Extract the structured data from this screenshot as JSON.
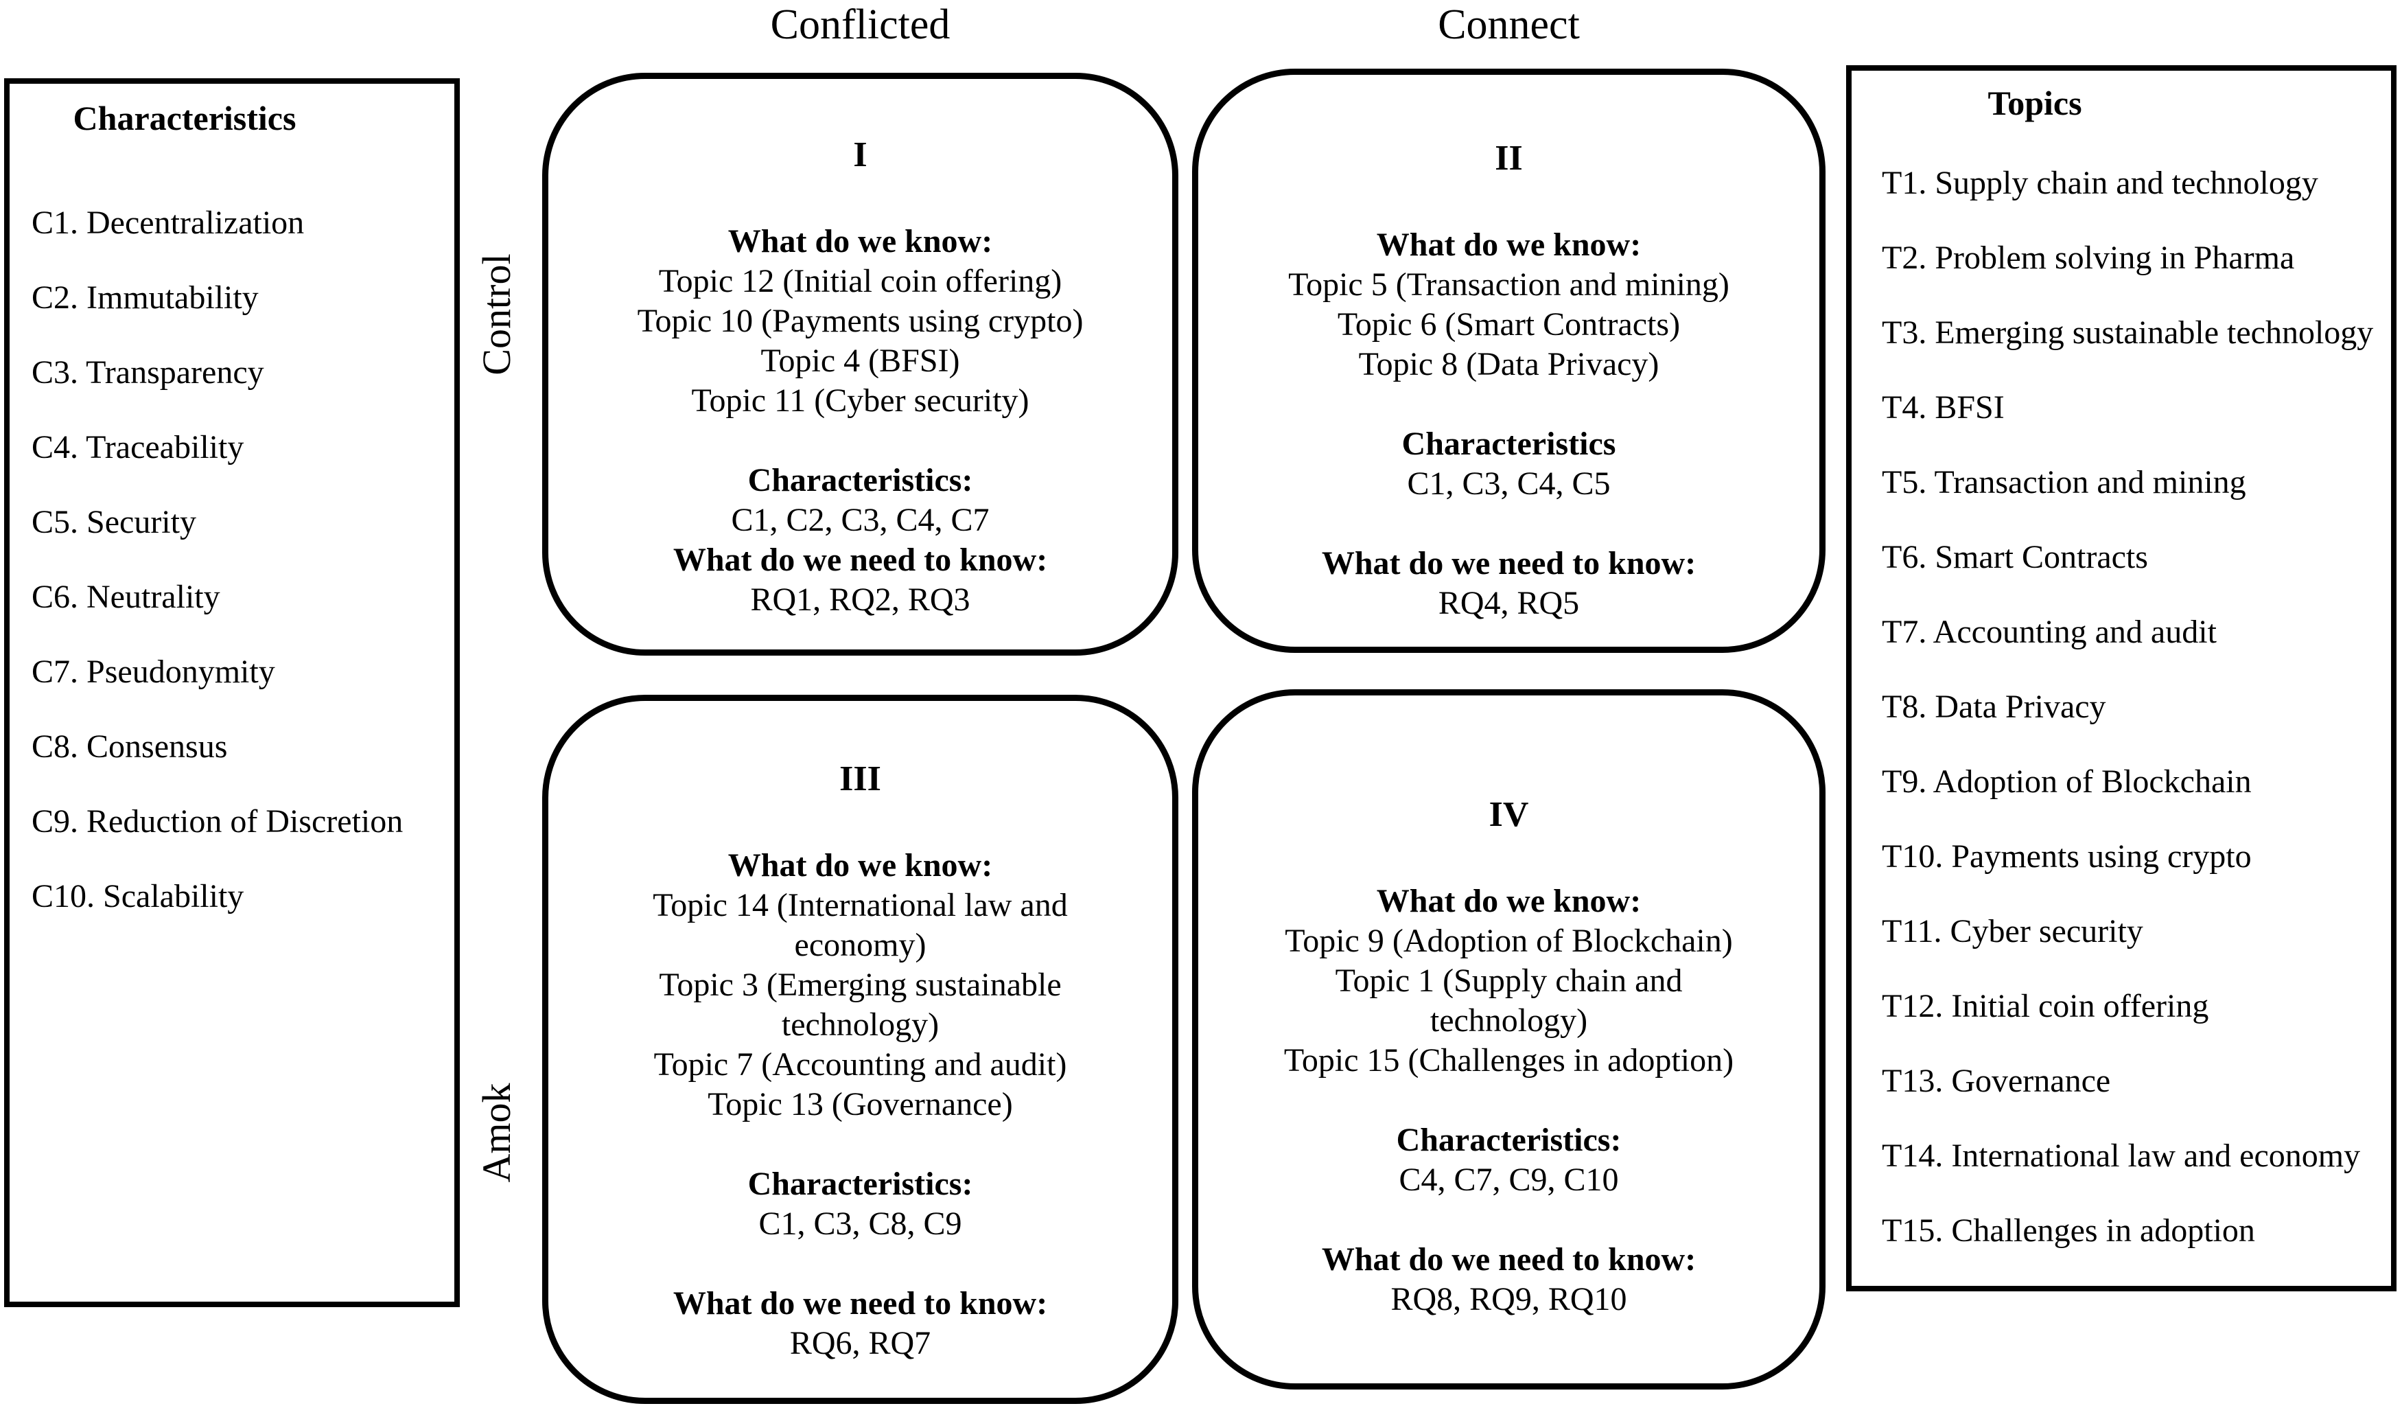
{
  "axis": {
    "top_left_label": "Conflicted",
    "top_right_label": "Connect",
    "side_top_label": "Control",
    "side_bottom_label": "Amok"
  },
  "characteristics_panel": {
    "title": "Characteristics",
    "items": [
      "C1. Decentralization",
      "C2. Immutability",
      "C3. Transparency",
      "C4. Traceability",
      "C5. Security",
      "C6. Neutrality",
      "C7. Pseudonymity",
      "C8. Consensus",
      "C9. Reduction of Discretion",
      "C10. Scalability"
    ]
  },
  "topics_panel": {
    "title": "Topics",
    "items": [
      "T1. Supply chain and technology",
      "T2. Problem solving in Pharma",
      "T3. Emerging sustainable technology",
      "T4. BFSI",
      "T5. Transaction and mining",
      "T6. Smart Contracts",
      "T7. Accounting and audit",
      "T8. Data Privacy",
      "T9. Adoption of Blockchain",
      "T10. Payments using crypto",
      "T11. Cyber security",
      "T12. Initial coin offering",
      "T13. Governance",
      "T14. International law and economy",
      "T15. Challenges in adoption"
    ]
  },
  "quadrants": [
    {
      "numeral": "I",
      "know_heading": "What do we know:",
      "know_items": [
        "Topic 12 (Initial coin offering)",
        "Topic 10 (Payments using crypto)",
        "Topic 4 (BFSI)",
        "Topic 11 (Cyber security)"
      ],
      "characteristics_heading": "Characteristics:",
      "characteristics_values": "C1, C2, C3, C4, C7",
      "need_heading": "What do we need to know:",
      "need_values": "RQ1, RQ2, RQ3"
    },
    {
      "numeral": "II",
      "know_heading": "What do we know:",
      "know_items": [
        "Topic 5 (Transaction and mining)",
        "Topic 6 (Smart Contracts)",
        "Topic 8 (Data Privacy)"
      ],
      "characteristics_heading": "Characteristics",
      "characteristics_values": "C1, C3, C4, C5",
      "need_heading": "What do we need to know:",
      "need_values": "RQ4, RQ5"
    },
    {
      "numeral": "III",
      "know_heading": "What do we know:",
      "know_items": [
        "Topic 14 (International law and economy)",
        "Topic 3 (Emerging sustainable technology)",
        "Topic 7 (Accounting and audit)",
        "Topic 13 (Governance)"
      ],
      "characteristics_heading": "Characteristics:",
      "characteristics_values": "C1, C3, C8, C9",
      "need_heading": "What do we need to know:",
      "need_values": "RQ6, RQ7"
    },
    {
      "numeral": "IV",
      "know_heading": "What do we know:",
      "know_items": [
        "Topic 9 (Adoption of Blockchain)",
        "Topic 1 (Supply chain and technology)",
        "Topic 15 (Challenges in adoption)"
      ],
      "characteristics_heading": "Characteristics:",
      "characteristics_values": "C4, C7, C9, C10",
      "need_heading": "What do we need to know:",
      "need_values": "RQ8, RQ9, RQ10"
    }
  ]
}
